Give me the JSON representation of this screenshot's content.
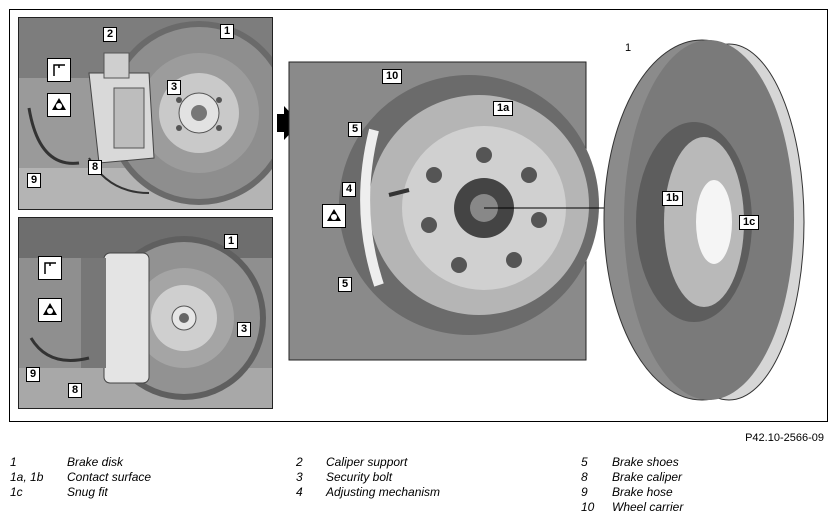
{
  "figure_ref": "P42.10-2566-09",
  "callouts": {
    "top_left": [
      "1",
      "2",
      "3",
      "8",
      "9"
    ],
    "bottom_left": [
      "1",
      "3",
      "8",
      "9"
    ],
    "middle": [
      "10",
      "1a",
      "5",
      "4",
      "5"
    ],
    "right": [
      "1",
      "1b",
      "1c"
    ]
  },
  "icons": {
    "disc_symbol": "brake-disc-symbol-icon",
    "pad_symbol": "brake-pad-symbol-icon",
    "next_arrow": "right-arrow-icon"
  },
  "legend": {
    "col1": [
      {
        "num": "1",
        "text": "Brake disk"
      },
      {
        "num": "1a, 1b",
        "text": "Contact surface"
      },
      {
        "num": "1c",
        "text": "Snug fit"
      }
    ],
    "col2": [
      {
        "num": "2",
        "text": "Caliper support"
      },
      {
        "num": "3",
        "text": "Security bolt"
      },
      {
        "num": "4",
        "text": "Adjusting mechanism"
      }
    ],
    "col3": [
      {
        "num": "5",
        "text": "Brake shoes"
      },
      {
        "num": "8",
        "text": "Brake caliper"
      },
      {
        "num": "9",
        "text": "Brake hose"
      },
      {
        "num": "10",
        "text": "Wheel carrier"
      }
    ]
  }
}
